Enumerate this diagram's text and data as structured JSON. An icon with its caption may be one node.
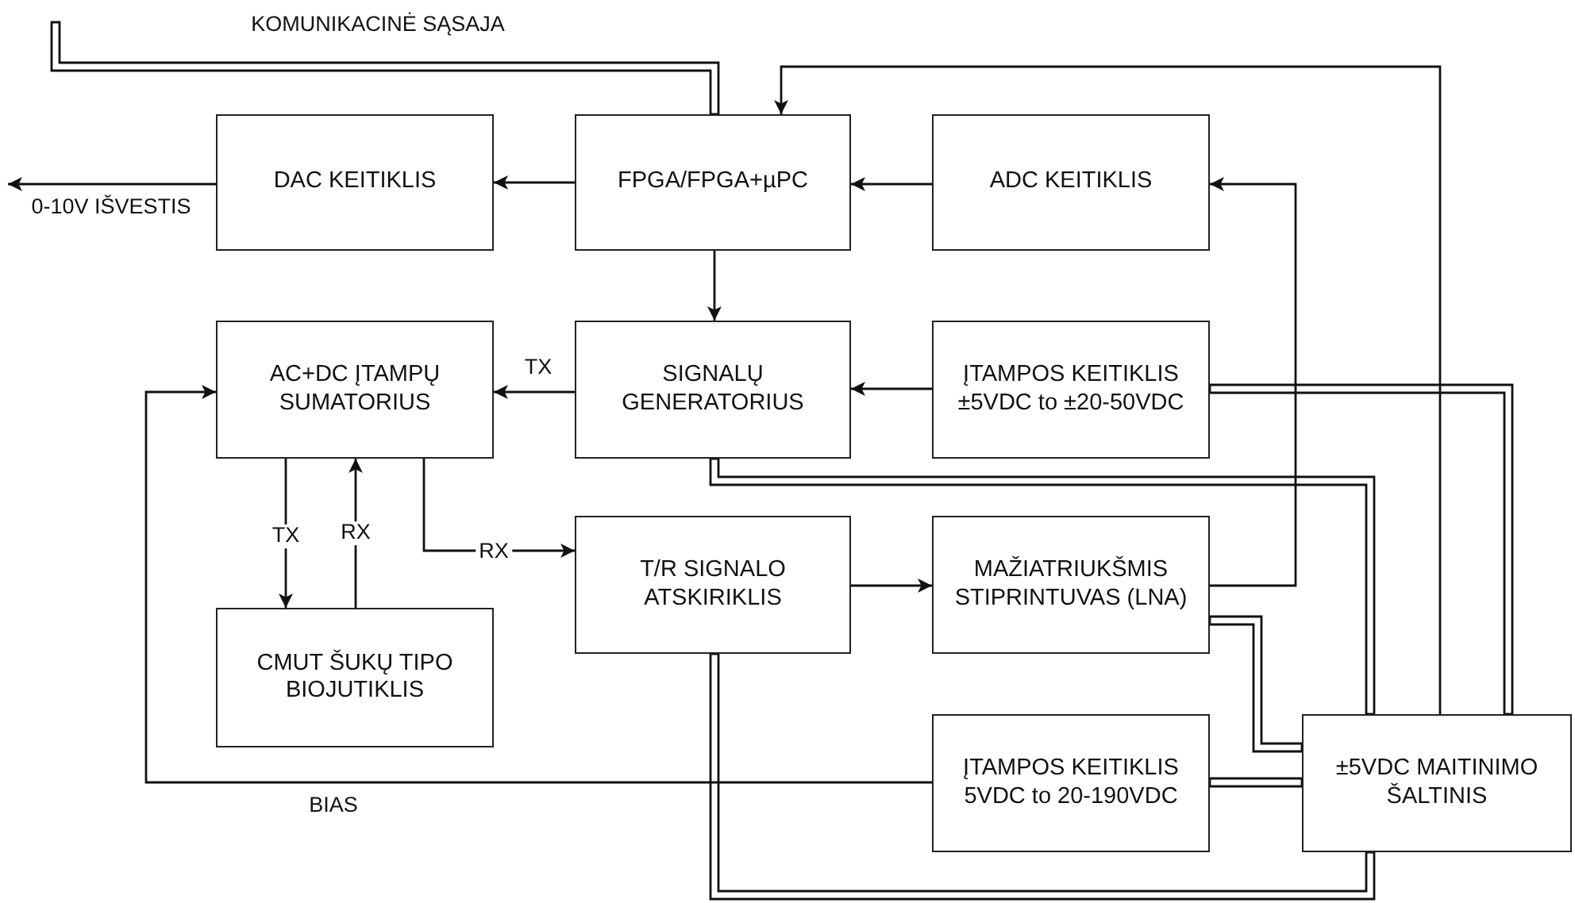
{
  "diagram": {
    "nodes": [
      {
        "text": [
          "DAC KEITIKLIS"
        ]
      },
      {
        "text": [
          "FPGA/FPGA+µPC"
        ]
      },
      {
        "text": [
          "ADC KEITIKLIS"
        ]
      },
      {
        "text": [
          "AC+DC ĮTAMPŲ SUMATORIUS"
        ]
      },
      {
        "text": [
          "SIGNALŲ GENERATORIUS"
        ]
      },
      {
        "text": [
          "ĮTAMPOS KEITIKLIS ±5VDC to ±20-50VDC"
        ]
      },
      {
        "text": [
          "CMUT ŠUKŲ TIPO BIOJUTIKLIS"
        ]
      },
      {
        "text": [
          "T/R SIGNALO ATSKIRIKLIS"
        ]
      },
      {
        "text": [
          "MAŽIATRIUKŠMIS STIPRINTUVAS (LNA)"
        ]
      },
      {
        "text": [
          "ĮTAMPOS KEITIKLIS 5VDC to 20-190VDC"
        ]
      },
      {
        "text": [
          "±5VDC MAITINIMO ŠALTINIS"
        ]
      }
    ],
    "edges": [
      {
        "from": null,
        "to": 1,
        "arrow": "none",
        "label": "KOMUNIKACINĖ SĄSAJA"
      },
      {
        "from": 1,
        "to": 0,
        "arrow": "to"
      },
      {
        "from": 0,
        "to": null,
        "arrow": "to",
        "label": "0-10V IŠVESTIS"
      },
      {
        "from": 2,
        "to": 1,
        "arrow": "to"
      },
      {
        "from": 10,
        "to": 1,
        "arrow": "to"
      },
      {
        "from": 1,
        "to": 4,
        "arrow": "to"
      },
      {
        "from": 4,
        "to": 3,
        "arrow": "to",
        "label": "TX"
      },
      {
        "from": 5,
        "to": 4,
        "arrow": "to"
      },
      {
        "from": 3,
        "to": 6,
        "arrow": "to",
        "label": "TX"
      },
      {
        "from": 6,
        "to": 3,
        "arrow": "to",
        "label": "RX"
      },
      {
        "from": 3,
        "to": 7,
        "arrow": "to",
        "label": "RX"
      },
      {
        "from": 7,
        "to": 8,
        "arrow": "to"
      },
      {
        "from": 8,
        "to": 2,
        "arrow": "to"
      },
      {
        "from": 9,
        "to": 3,
        "arrow": "to",
        "label": "BIAS"
      },
      {
        "from": 5,
        "to": 10,
        "arrow": "none"
      },
      {
        "from": 4,
        "to": 10,
        "arrow": "none"
      },
      {
        "from": 8,
        "to": 10,
        "arrow": "none"
      },
      {
        "from": 9,
        "to": 10,
        "arrow": "none"
      },
      {
        "from": 7,
        "to": 10,
        "arrow": "none"
      }
    ]
  }
}
